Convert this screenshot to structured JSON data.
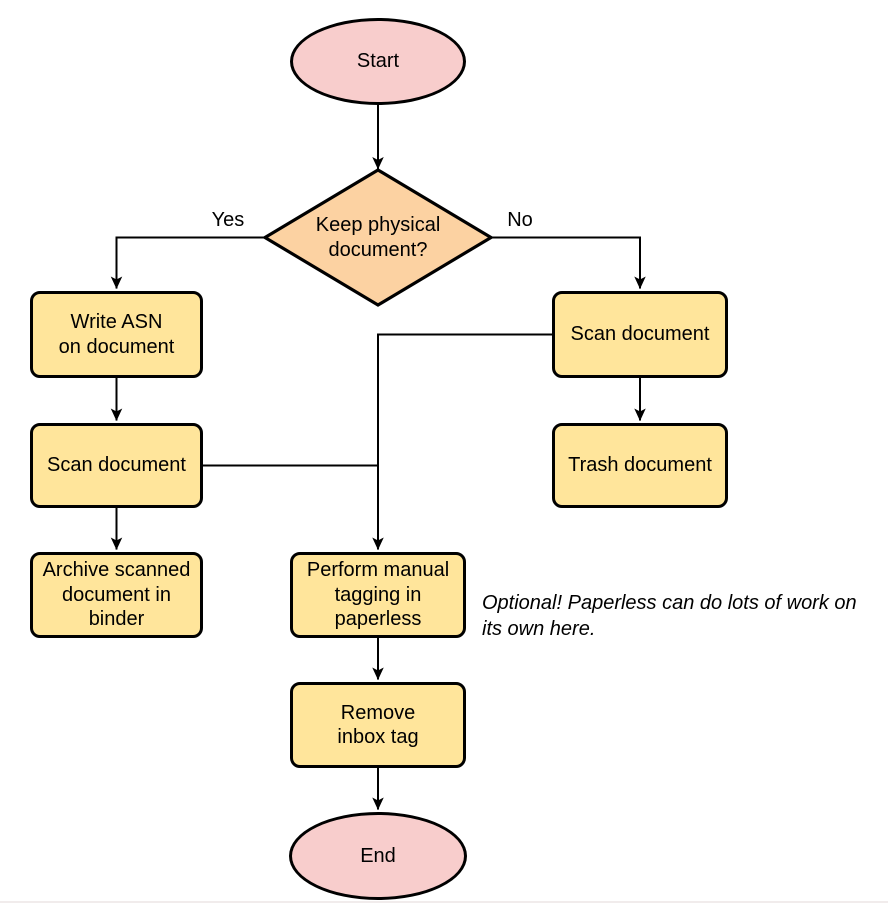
{
  "colors": {
    "page_bg": "#ffffff",
    "stroke": "#000000",
    "text": "#000000",
    "terminator_fill": "#f8cdcc",
    "decision_fill": "#fcd2a2",
    "process_fill": "#ffe59b",
    "bottom_divider": "#f1ecec"
  },
  "flowchart": {
    "nodes": {
      "start": {
        "label": "Start"
      },
      "decision": {
        "label": "Keep physical\ndocument?"
      },
      "write_asn": {
        "label": "Write ASN\non document"
      },
      "scan_left": {
        "label": "Scan document"
      },
      "archive": {
        "label": "Archive scanned\ndocument in\nbinder"
      },
      "scan_right": {
        "label": "Scan document"
      },
      "trash": {
        "label": "Trash document"
      },
      "tagging": {
        "label": "Perform manual\ntagging in\npaperless"
      },
      "remove_inbox": {
        "label": "Remove\ninbox tag"
      },
      "end": {
        "label": "End"
      }
    },
    "edge_labels": {
      "yes": "Yes",
      "no": "No"
    },
    "annotation": "Optional! Paperless can do lots of work on\nits own here."
  }
}
